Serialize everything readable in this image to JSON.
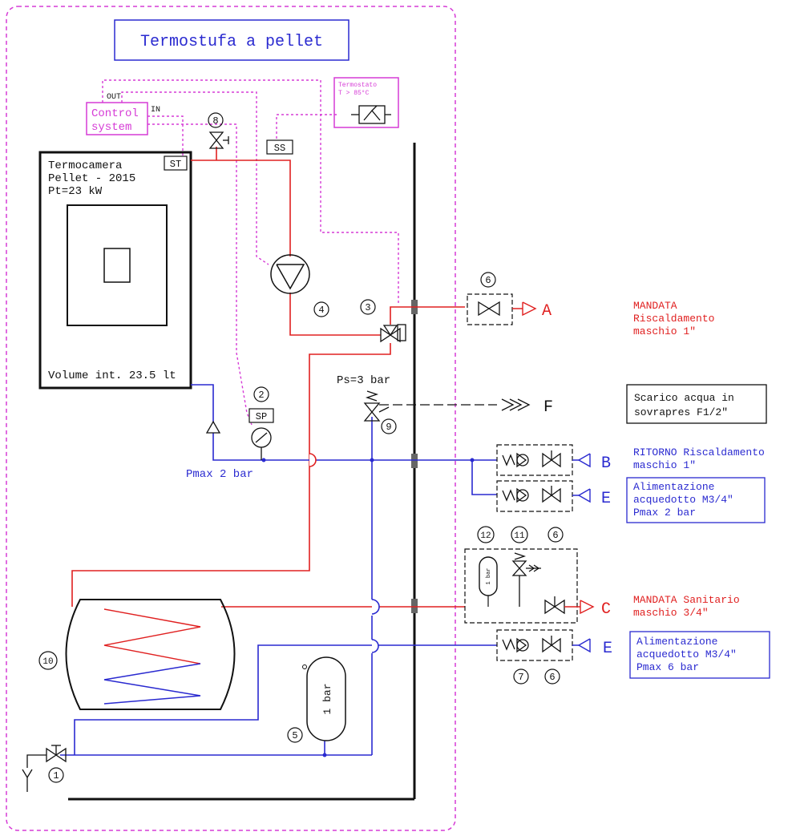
{
  "title": "Termostufa a pellet",
  "control_system": {
    "line1": "Control",
    "line2": "system",
    "out": "OUT",
    "in": "IN"
  },
  "thermostat": {
    "line1": "Termostato",
    "line2": "T > 85°C"
  },
  "sensors": {
    "st": "ST",
    "ss": "SS",
    "sp": "SP"
  },
  "termocamera": {
    "line1": "Termocamera",
    "line2": "Pellet - 2015",
    "line3": "Pt=23 kW",
    "volume": "Volume int. 23.5 lt"
  },
  "numbers": {
    "n1": "1",
    "n2": "2",
    "n3": "3",
    "n4": "4",
    "n5": "5",
    "n6": "6",
    "n7": "7",
    "n8": "8",
    "n9": "9",
    "n10": "10",
    "n11": "11",
    "n12": "12"
  },
  "labels": {
    "ps": "Ps=3 bar",
    "pmax": "Pmax 2 bar",
    "vessel": "1 bar",
    "vessel_small": "1 bar"
  },
  "outlets": {
    "A": "A",
    "B": "B",
    "C": "C",
    "E": "E",
    "F": "F"
  },
  "notes": {
    "mandata_1": "MANDATA",
    "mandata_2": "Riscaldamento",
    "mandata_3": "maschio 1\"",
    "ritorno_1": "RITORNO Riscaldamento",
    "ritorno_2": "maschio 1\"",
    "scarico_1": "Scarico acqua in",
    "scarico_2": "sovrapres F1/2\"",
    "alim1_1": "Alimentazione",
    "alim1_2": "acquedotto M3/4\"",
    "alim1_3": "Pmax 2 bar",
    "sanitario_1": "MANDATA Sanitario",
    "sanitario_2": "maschio 3/4\"",
    "alim2_1": "Alimentazione",
    "alim2_2": "acquedotto M3/4\"",
    "alim2_3": "Pmax 6 bar"
  },
  "colors": {
    "hot": "#e02020",
    "cold": "#2a2ad0",
    "control": "#d63bd6",
    "outline": "#111111"
  }
}
